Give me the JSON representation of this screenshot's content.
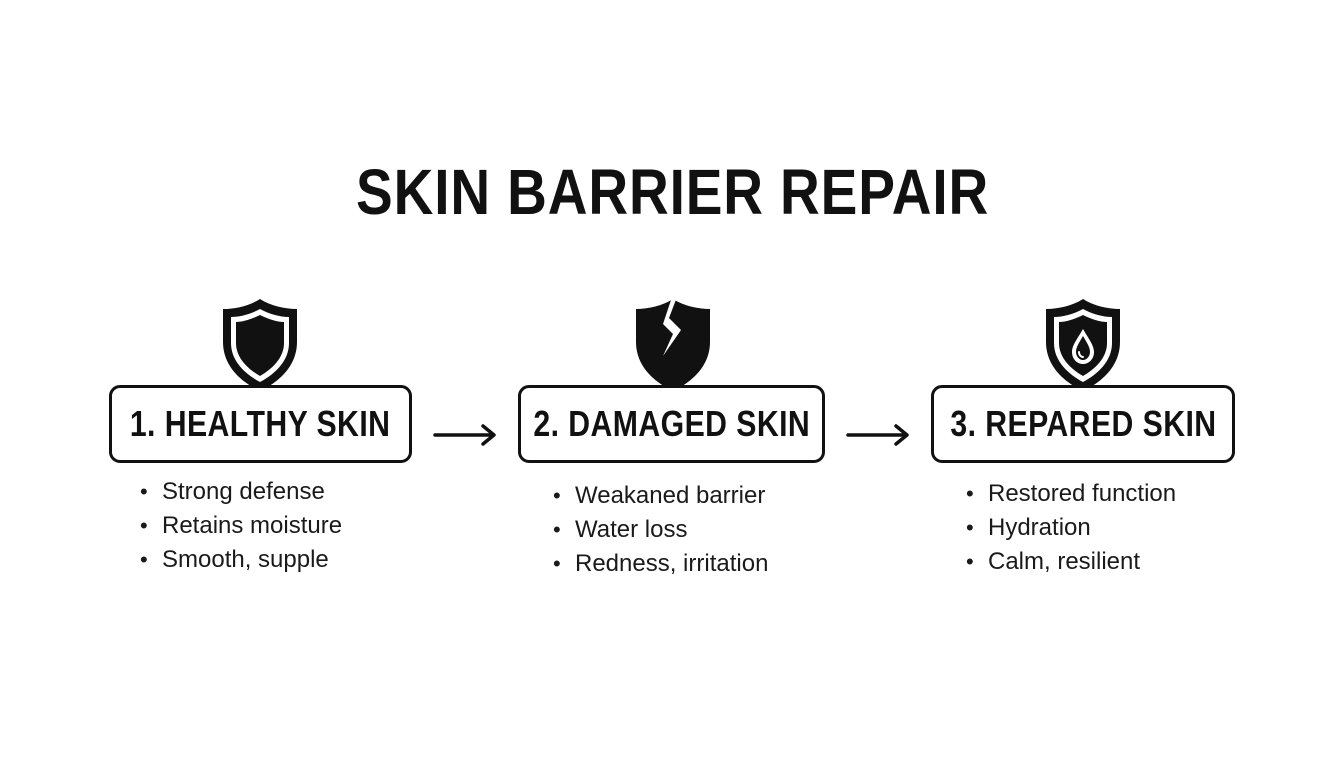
{
  "title": "SKIN BARRIER REPAIR",
  "stages": [
    {
      "label": "1. HEALTHY SKIN",
      "icon": "shield-icon",
      "bullets": [
        "Strong defense",
        "Retains moisture",
        "Smooth, supple"
      ]
    },
    {
      "label": "2. DAMAGED SKIN",
      "icon": "cracked-shield-icon",
      "bullets": [
        "Weakaned barrier",
        "Water loss",
        "Redness, irritation"
      ]
    },
    {
      "label": "3. REPARED SKIN",
      "icon": "shield-droplet-icon",
      "bullets": [
        "Restored function",
        "Hydration",
        "Calm, resilient"
      ]
    }
  ],
  "arrows": [
    "arrow-right-icon",
    "arrow-right-icon"
  ]
}
